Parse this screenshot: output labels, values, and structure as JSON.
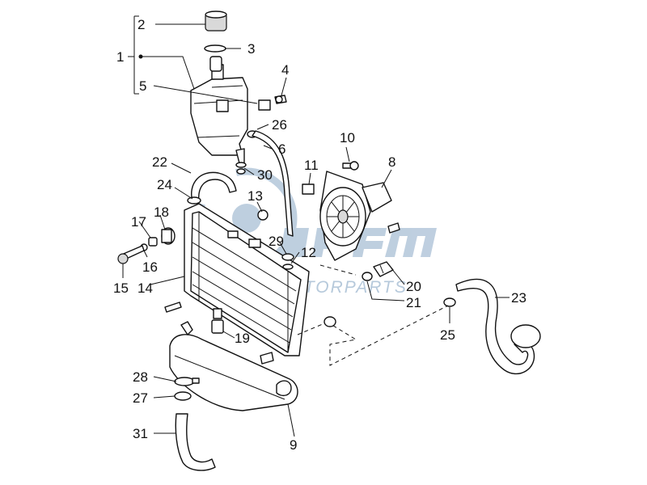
{
  "callouts": [
    "1",
    "2",
    "3",
    "4",
    "5",
    "26",
    "6",
    "10",
    "8",
    "22",
    "30",
    "11",
    "24",
    "13",
    "18",
    "17",
    "29",
    "12",
    "16",
    "15",
    "14",
    "20",
    "21",
    "23",
    "19",
    "25",
    "28",
    "27",
    "31",
    "9"
  ],
  "watermark": {
    "text": "MOTORPARTS",
    "logo_color": "#8aa8c6"
  },
  "colors": {
    "line": "#111111",
    "background": "#ffffff",
    "watermark": "#9eb7cf"
  }
}
